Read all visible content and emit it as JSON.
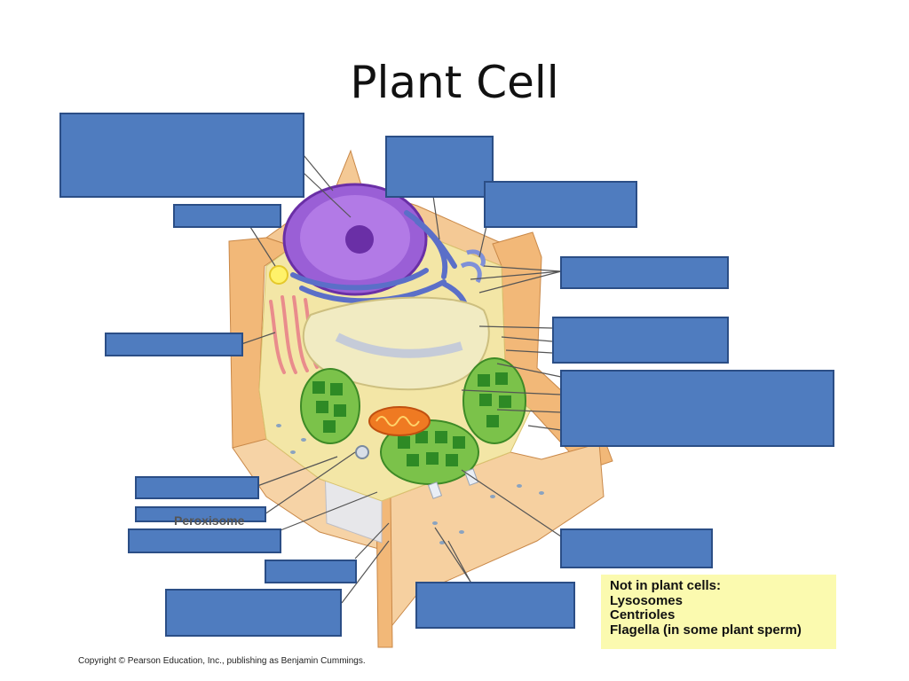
{
  "title": "Plant Cell",
  "note": {
    "heading": "Not in plant cells:",
    "items": [
      "Lysosomes",
      "Centrioles",
      "Flagella (in some plant sperm)"
    ]
  },
  "copyright": "Copyright © Pearson Education, Inc., publishing as Benjamin Cummings.",
  "partial_label": "Peroxisome",
  "colors": {
    "label_box": "#4f7cbf",
    "label_border": "#2b4e86",
    "note_background": "#fbfaaf",
    "cell_wall": "#f2b878",
    "cytoplasm": "#f3e6a6",
    "nucleus": "#8a4fc8",
    "chloroplast": "#3d9a2e",
    "mitochondrion": "#ef7a22",
    "golgi": "#e98c8c",
    "vacuole": "#f1ebc2",
    "er": "#6f86d6"
  }
}
